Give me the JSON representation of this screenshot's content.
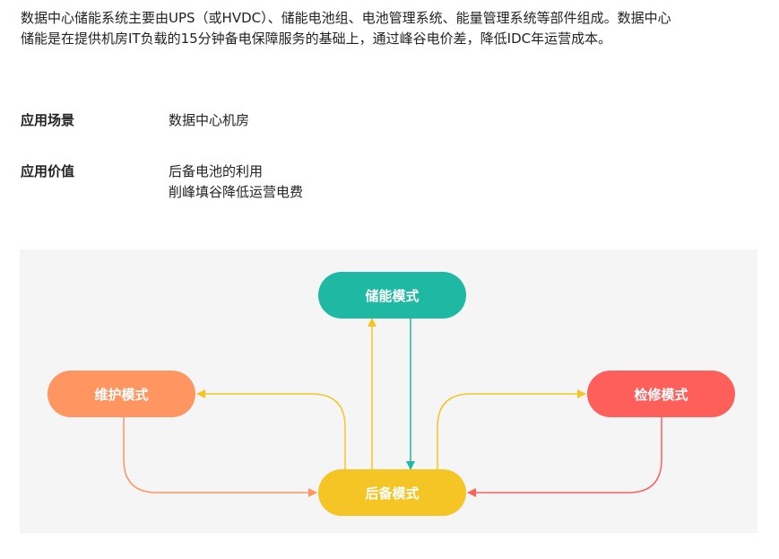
{
  "intro": "数据中心储能系统主要由UPS（或HVDC）、储能电池组、电池管理系统、能量管理系统等部件组成。数据中心储能是在提供机房IT负载的15分钟备电保障服务的基础上，通过峰谷电价差，降低IDC年运营成本。",
  "scene": {
    "label": "应用场景",
    "value": "数据中心机房"
  },
  "value": {
    "label": "应用价值",
    "line1": "后备电池的利用",
    "line2": "削峰填谷降低运营电费"
  },
  "nodes": {
    "storage": "储能模式",
    "maintain": "维护模式",
    "repair": "检修模式",
    "backup": "后备模式"
  },
  "colors": {
    "storage": "#1fb8a2",
    "maintain": "#ff9560",
    "repair": "#ff5f5b",
    "backup": "#f5c525",
    "background": "#f5f5f5"
  }
}
